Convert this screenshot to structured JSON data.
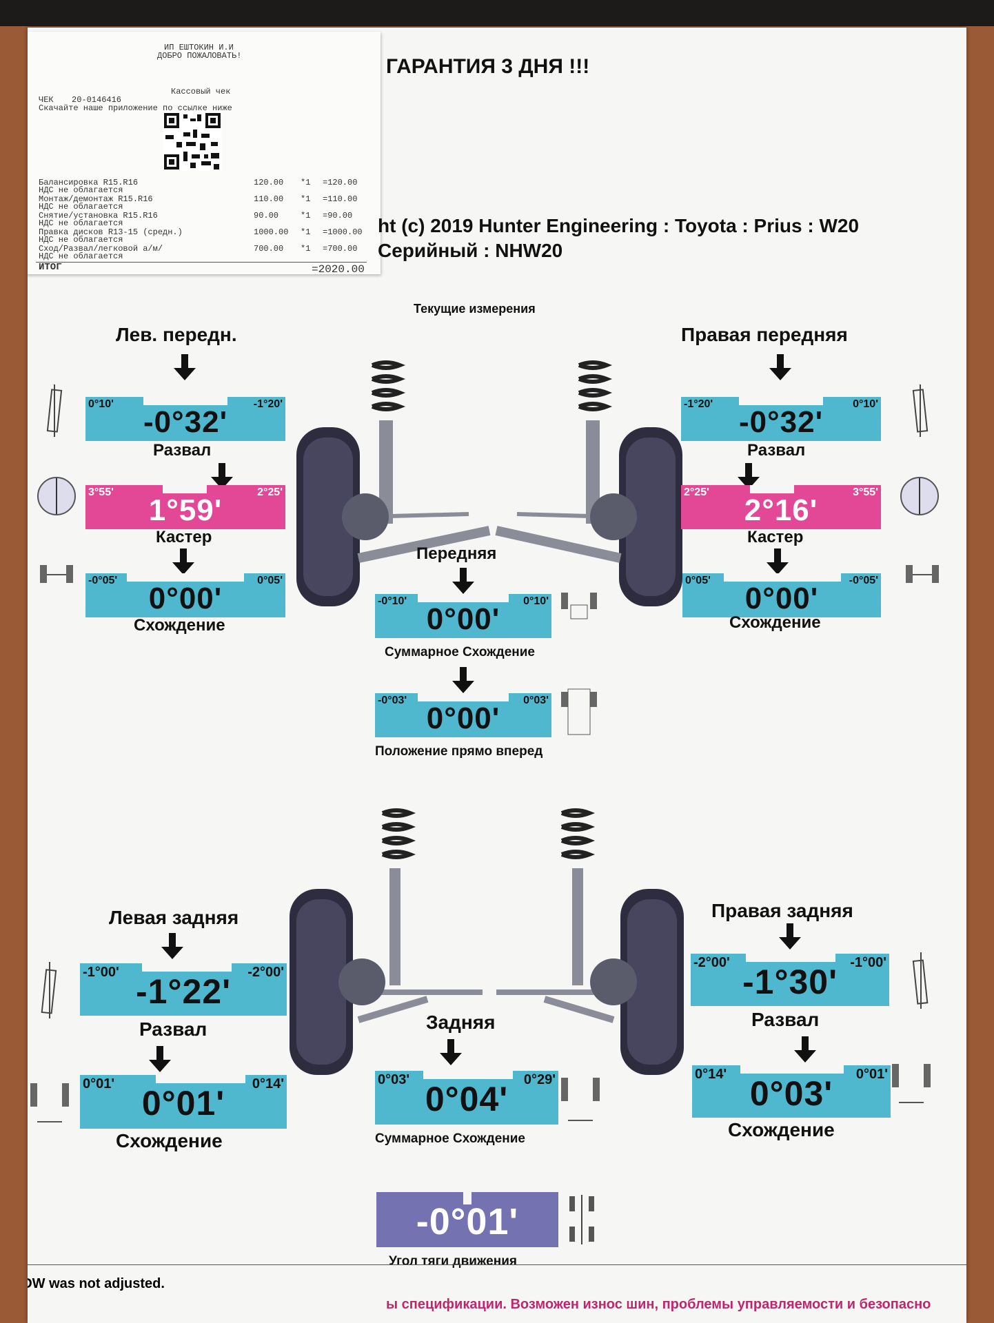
{
  "receipt": {
    "store_line1": "ИП ЕШТОКИН И.И",
    "store_line2": "ДОБРО ПОЖАЛОВАТЬ!",
    "check_label": "ЧЕК",
    "check_number": "20-0146416",
    "register_label": "Кассовый чек",
    "app_note": "Скачайте наше приложение по ссылке ниже",
    "items": [
      {
        "name": "Балансировка R15.R16",
        "vat": "НДС не облагается",
        "price": "120.00",
        "qty": "*1",
        "sum": "=120.00"
      },
      {
        "name": "Монтаж/демонтаж R15.R16",
        "vat": "НДС не облагается",
        "price": "110.00",
        "qty": "*1",
        "sum": "=110.00"
      },
      {
        "name": "Снятие/установка R15.R16",
        "vat": "НДС не облагается",
        "price": "90.00",
        "qty": "*1",
        "sum": "=90.00"
      },
      {
        "name": "Правка дисков R13-15 (средн.)",
        "vat": "НДС не облагается",
        "price": "1000.00",
        "qty": "*1",
        "sum": "=1000.00"
      },
      {
        "name": "Сход/Развал/легковой а/м/",
        "vat": "НДС не облагается",
        "price": "700.00",
        "qty": "*1",
        "sum": "=700.00"
      }
    ],
    "total_label": "ИТОГ",
    "total_value": "=2020.00"
  },
  "header": {
    "guarantee": "ГАРАНТИЯ 3 ДНЯ !!!",
    "copyright": "ht (c) 2019 Hunter Engineering : Toyota : Prius : W20",
    "serial": "Серийный : NHW20",
    "current_measurements": "Текущие измерения"
  },
  "front": {
    "left_title": "Лев. передн.",
    "right_title": "Правая передняя",
    "center_title": "Передняя",
    "left_camber": {
      "min": "0°10'",
      "max": "-1°20'",
      "value": "-0°32'",
      "label": "Развал"
    },
    "right_camber": {
      "min": "-1°20'",
      "max": "0°10'",
      "value": "-0°32'",
      "label": "Развал"
    },
    "left_caster": {
      "min": "3°55'",
      "max": "2°25'",
      "value": "1°59'",
      "label": "Кастер"
    },
    "right_caster": {
      "min": "2°25'",
      "max": "3°55'",
      "value": "2°16'",
      "label": "Кастер"
    },
    "left_toe": {
      "min": "-0°05'",
      "max": "0°05'",
      "value": "0°00'",
      "label": "Схождение"
    },
    "right_toe": {
      "min": "0°05'",
      "max": "-0°05'",
      "value": "0°00'",
      "label": "Схождение"
    },
    "total_toe": {
      "min": "-0°10'",
      "max": "0°10'",
      "value": "0°00'",
      "label": "Суммарное Схождение"
    },
    "straight_ahead": {
      "min": "-0°03'",
      "max": "0°03'",
      "value": "0°00'",
      "label": "Положение прямо вперед"
    }
  },
  "rear": {
    "left_title": "Левая задняя",
    "right_title": "Правая задняя",
    "center_title": "Задняя",
    "left_camber": {
      "min": "-1°00'",
      "max": "-2°00'",
      "value": "-1°22'",
      "label": "Развал"
    },
    "right_camber": {
      "min": "-2°00'",
      "max": "-1°00'",
      "value": "-1°30'",
      "label": "Развал"
    },
    "left_toe": {
      "min": "0°01'",
      "max": "0°14'",
      "value": "0°01'",
      "label": "Схождение"
    },
    "right_toe": {
      "min": "0°14'",
      "max": "0°01'",
      "value": "0°03'",
      "label": "Схождение"
    },
    "total_toe": {
      "min": "0°03'",
      "max": "0°29'",
      "value": "0°04'",
      "label": "Суммарное Схождение"
    },
    "thrust_angle": {
      "value": "-0°01'",
      "label": "Угол тяги движения"
    }
  },
  "footer": {
    "ldw": "LDW was not adjusted.",
    "warning": "ы спецификации. Возможен износ шин, проблемы управляемости и безопасно"
  },
  "colors": {
    "gauge_blue": "#4fb8cf",
    "caster_pink": "#e24896",
    "thrust_purple": "#7472b0",
    "warning_text": "#c0266c"
  }
}
